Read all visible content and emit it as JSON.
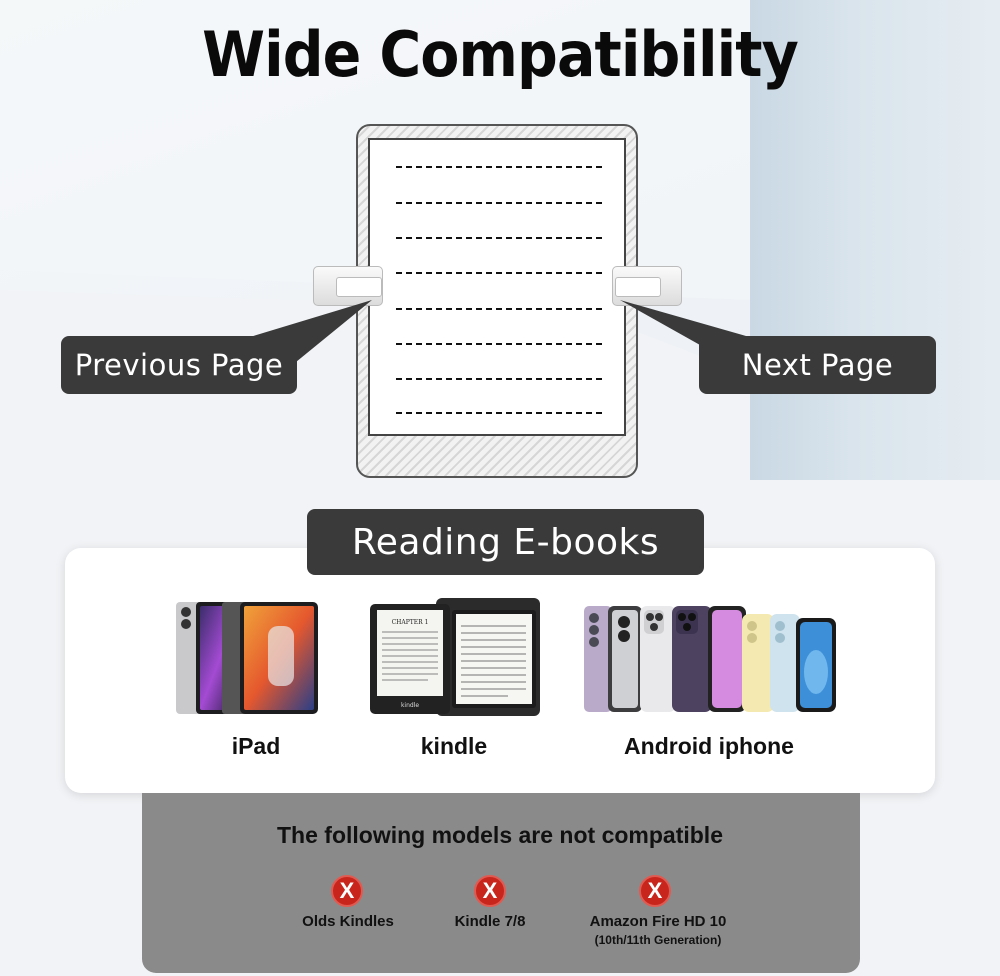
{
  "title": "Wide Compatibility",
  "callouts": {
    "previous": "Previous Page",
    "next": "Next Page"
  },
  "section_title": "Reading E-books",
  "devices": [
    {
      "label": "iPad",
      "icon": "ipad-icon"
    },
    {
      "label": "kindle",
      "icon": "kindle-icon"
    },
    {
      "label": "Android iphone",
      "icon": "phones-icon"
    }
  ],
  "kindle_screen": {
    "chapter": "CHAPTER 1",
    "brand": "kindle"
  },
  "incompatible": {
    "heading": "The following models are not compatible",
    "mark": "X",
    "items": [
      {
        "label": "Olds Kindles",
        "sub": ""
      },
      {
        "label": "Kindle 7/8",
        "sub": ""
      },
      {
        "label": "Amazon Fire HD 10",
        "sub": "(10th/11th Generation)"
      }
    ]
  },
  "colors": {
    "dark_pill": "#3a3a3a",
    "x_red": "#c8261d",
    "grey_box": "#8a8a8a"
  }
}
